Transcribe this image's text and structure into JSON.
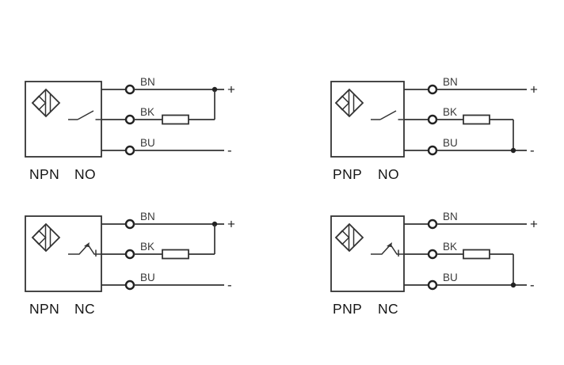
{
  "colors": {
    "background": "#ffffff",
    "line": "#333333",
    "wire_label_text": "#3a3a3a",
    "caption_text": "#161616"
  },
  "diagrams": {
    "npn_no": {
      "type_label": "NPN",
      "contact_label": "NO",
      "wires": {
        "top": "BN",
        "mid": "BK",
        "bottom": "BU"
      },
      "positive_label": "+",
      "negative_label": "-"
    },
    "pnp_no": {
      "type_label": "PNP",
      "contact_label": "NO",
      "wires": {
        "top": "BN",
        "mid": "BK",
        "bottom": "BU"
      },
      "positive_label": "+",
      "negative_label": "-"
    },
    "npn_nc": {
      "type_label": "NPN",
      "contact_label": "NC",
      "wires": {
        "top": "BN",
        "mid": "BK",
        "bottom": "BU"
      },
      "positive_label": "+",
      "negative_label": "-"
    },
    "pnp_nc": {
      "type_label": "PNP",
      "contact_label": "NC",
      "wires": {
        "top": "BN",
        "mid": "BK",
        "bottom": "BU"
      },
      "positive_label": "+",
      "negative_label": "-"
    }
  }
}
